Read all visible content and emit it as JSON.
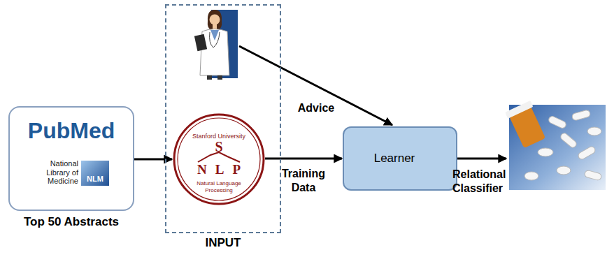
{
  "diagram": {
    "nodes": [
      {
        "text": [
          "PubMed",
          "National Library of Medicine",
          "NLM",
          "Top 50 Abstracts"
        ]
      },
      {
        "text": [
          "INPUT"
        ]
      },
      {
        "text": [
          "Stanford University",
          "S",
          "NLP",
          "Natural Language Processing"
        ],
        "in": 1
      },
      {
        "text": [
          "Learner"
        ]
      }
    ],
    "edges": [
      {
        "from": 0,
        "to": 2,
        "arrow": "to"
      },
      {
        "from": 2,
        "to": 3,
        "label": "Training Data",
        "arrow": "to"
      }
    ],
    "labels": [
      "Advice",
      "Relational Classifier"
    ]
  }
}
